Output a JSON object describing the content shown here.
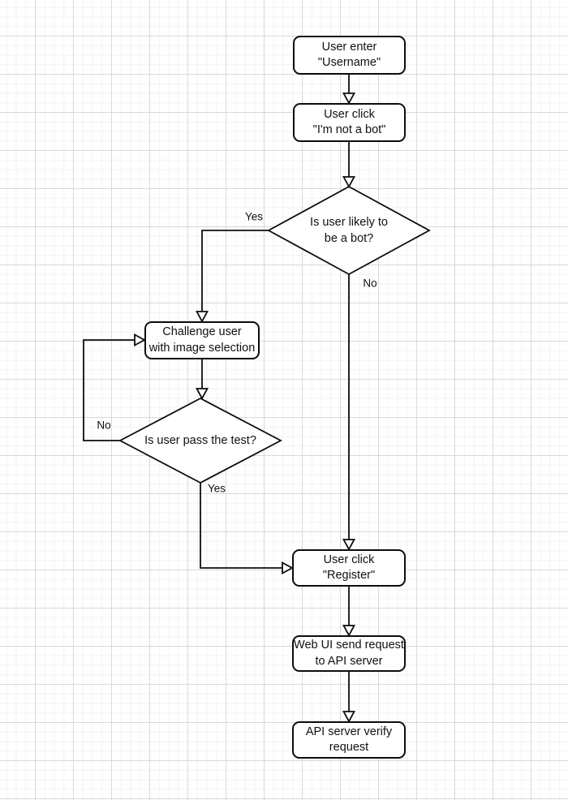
{
  "diagram": {
    "type": "flowchart",
    "colors": {
      "background": "#ffffff",
      "grid_minor": "#f2f2f2",
      "grid_major": "#d9d9d9",
      "shape_fill": "#ffffff",
      "stroke": "#0d0d0d",
      "text": "#111111"
    },
    "nodes": {
      "user_enter": {
        "type": "process",
        "label": "User enter\n\"Username\""
      },
      "not_a_bot": {
        "type": "process",
        "label": "User click\n\"I'm not a bot\""
      },
      "is_bot": {
        "type": "decision",
        "label": "Is user likely to\nbe a bot?"
      },
      "challenge": {
        "type": "process",
        "label": "Challenge user\nwith image selection"
      },
      "pass_test": {
        "type": "decision",
        "label": "Is user pass the test?"
      },
      "register": {
        "type": "process",
        "label": "User click\n\"Register\""
      },
      "web_ui": {
        "type": "process",
        "label": "Web UI send request\nto API server"
      },
      "api_verify": {
        "type": "process",
        "label": "API server verify\nrequest"
      }
    },
    "edge_labels": {
      "is_bot_yes": "Yes",
      "is_bot_no": "No",
      "pass_test_no": "No",
      "pass_test_yes": "Yes"
    },
    "edges": [
      {
        "from": "user_enter",
        "to": "not_a_bot",
        "label": ""
      },
      {
        "from": "not_a_bot",
        "to": "is_bot",
        "label": ""
      },
      {
        "from": "is_bot",
        "to": "challenge",
        "label": "Yes"
      },
      {
        "from": "is_bot",
        "to": "register",
        "label": "No"
      },
      {
        "from": "challenge",
        "to": "pass_test",
        "label": ""
      },
      {
        "from": "pass_test",
        "to": "challenge",
        "label": "No"
      },
      {
        "from": "pass_test",
        "to": "register",
        "label": "Yes"
      },
      {
        "from": "register",
        "to": "web_ui",
        "label": ""
      },
      {
        "from": "web_ui",
        "to": "api_verify",
        "label": ""
      }
    ]
  }
}
